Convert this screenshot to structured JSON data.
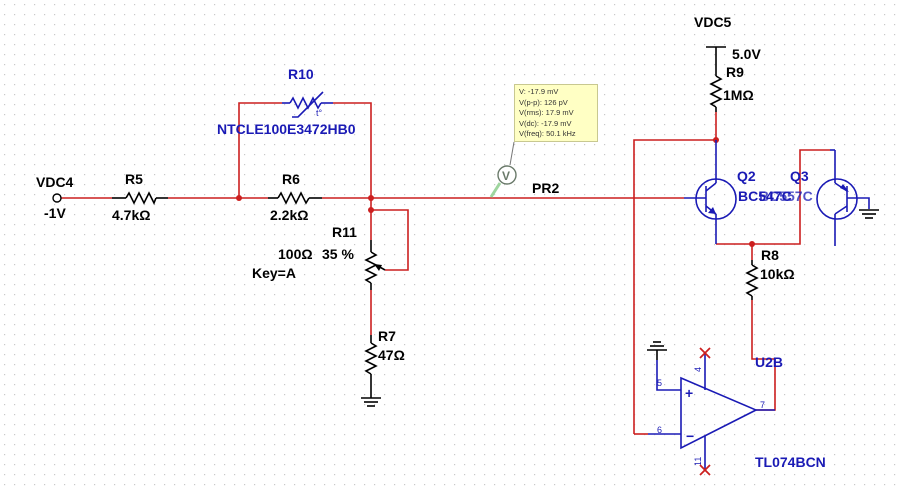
{
  "app": "Circuit schematic editor",
  "components": {
    "vdc4": {
      "name": "VDC4",
      "value": "-1V"
    },
    "r5": {
      "name": "R5",
      "value": "4.7kΩ"
    },
    "r10": {
      "name": "R10",
      "value": "NTCLE100E3472HB0",
      "thermistor_mark": "t°"
    },
    "r6": {
      "name": "R6",
      "value": "2.2kΩ"
    },
    "r11": {
      "name": "R11",
      "value": "100Ω",
      "setting": "35 %",
      "key": "Key=A"
    },
    "r7": {
      "name": "R7",
      "value": "47Ω"
    },
    "probe": {
      "name": "PR2",
      "glyph": "V"
    },
    "vdc5": {
      "name": "VDC5",
      "value": "5.0V"
    },
    "r9": {
      "name": "R9",
      "value": "1MΩ"
    },
    "q2": {
      "name": "Q2",
      "model": "BC547C"
    },
    "q3": {
      "name": "Q3",
      "model": "BC557C"
    },
    "r8": {
      "name": "R8",
      "value": "10kΩ"
    },
    "u2b": {
      "name": "U2B",
      "model": "TL074BCN",
      "pins": {
        "noninv": "5",
        "inv": "6",
        "out": "7",
        "vpos": "4",
        "vneg": "11"
      },
      "plus": "+",
      "minus": "−"
    }
  },
  "probe_tooltip": {
    "lines": [
      "V: -17.9 mV",
      "V(p-p): 126 pV",
      "V(rms): 17.9 mV",
      "V(dc): -17.9 mV",
      "V(freq): 50.1 kHz"
    ]
  },
  "colors": {
    "wire": "#cc1f1f",
    "component_blue": "#1a1ab5",
    "tooltip_bg": "#ffffc4",
    "grid_dot": "#c8c8c8"
  }
}
